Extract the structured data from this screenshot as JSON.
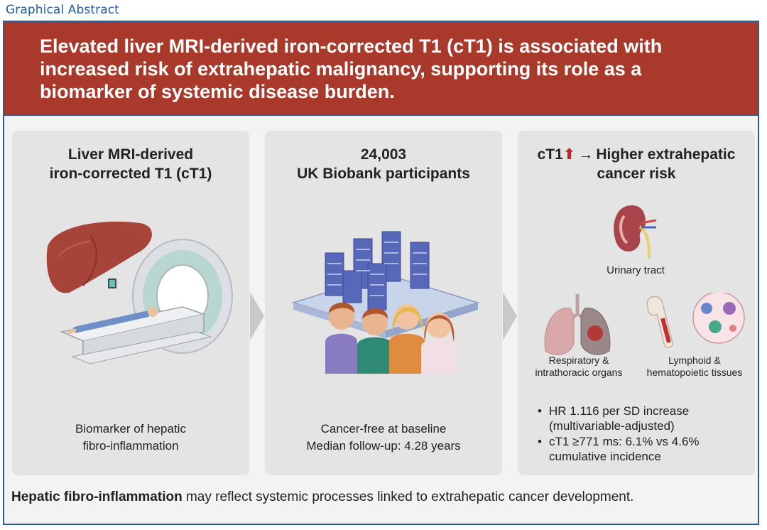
{
  "header_label": "Graphical Abstract",
  "banner": {
    "text": "Elevated liver MRI-derived iron-corrected T1 (cT1) is associated with increased risk of extrahepatic malignancy, supporting its role as a biomarker of systemic disease burden."
  },
  "panel1": {
    "title_line1": "Liver MRI-derived",
    "title_line2": "iron-corrected T1 (cT1)",
    "caption_line1": "Biomarker of hepatic",
    "caption_line2": "fibro-inflammation"
  },
  "panel2": {
    "title_line1": "24,003",
    "title_line2": "UK Biobank participants",
    "caption_line1": "Cancer-free at baseline",
    "caption_line2": "Median follow-up: 4.28 years"
  },
  "panel3": {
    "title_part1": "cT1",
    "title_up_arrow": "⬆",
    "title_right_arrow": "→",
    "title_part2": "Higher extrahepatic",
    "title_line2": "cancer risk",
    "organ_urinary": "Urinary tract",
    "organ_resp_line1": "Respiratory &",
    "organ_resp_line2": "intrathoracic organs",
    "organ_lymph_line1": "Lymphoid &",
    "organ_lymph_line2": "hematopoietic tissues",
    "bullets": [
      {
        "line1": "HR 1.116 per SD increase",
        "line2": "(multivariable-adjusted)"
      },
      {
        "line1": "cT1 ≥771 ms: 6.1% vs 4.6%",
        "line2": "cumulative incidence"
      }
    ]
  },
  "footer": {
    "bold": "Hepatic fibro-inflammation",
    "rest": " may reflect systemic processes linked to extrahepatic cancer development."
  },
  "colors": {
    "banner": "#a93a2b",
    "frame": "#2b5b9a",
    "label": "#1f5fa8",
    "panel": "#e4e4e4",
    "up_arrow": "#c42424"
  },
  "icons": [
    "liver-icon",
    "mri-scanner-icon",
    "server-rack-icon",
    "people-icon",
    "kidney-icon",
    "lungs-icon",
    "bone-marrow-icon",
    "blood-cells-icon",
    "chevron-right-icon"
  ]
}
